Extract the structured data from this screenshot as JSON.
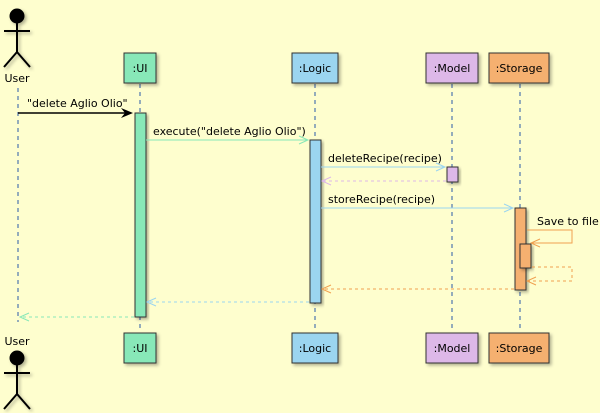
{
  "colors": {
    "background": "#FEFECE",
    "ui": "#88E8B8",
    "logic": "#9BD5F0",
    "model": "#DDB8E8",
    "storage": "#F5B070",
    "self_call": "#F0A050",
    "lifeline": "#2B5AA8"
  },
  "actor": {
    "label": "User"
  },
  "participants": {
    "ui": ":UI",
    "logic": ":Logic",
    "model": ":Model",
    "storage": ":Storage"
  },
  "messages": {
    "m1": "\"delete Aglio Olio\"",
    "m2": "execute(\"delete Aglio Olio\")",
    "m3": "deleteRecipe(recipe)",
    "m4": "storeRecipe(recipe)",
    "m5": "Save to file"
  }
}
